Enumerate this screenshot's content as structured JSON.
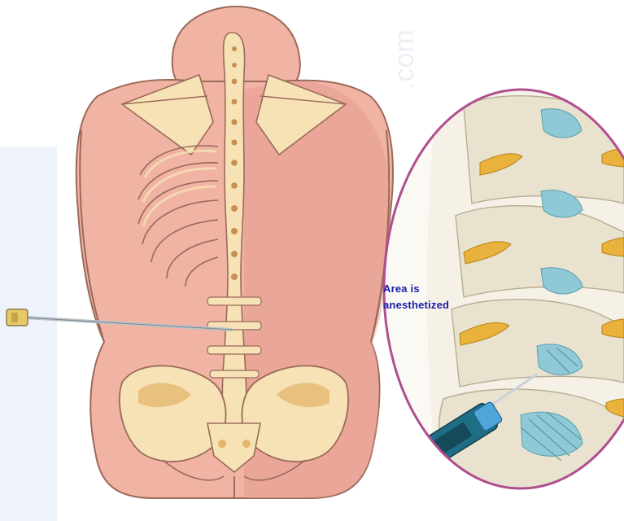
{
  "annotation": {
    "line1": "Area is",
    "line2": "anesthetized"
  },
  "colors": {
    "skin": "#f1b3a4",
    "skin_shadow": "#e39a8b",
    "outline": "#9a6a5a",
    "bone": "#f6e2b4",
    "bone_dark": "#e3b56d",
    "inset_ring": "#b04f8f",
    "vertebra": "#e9e2cf",
    "nerve": "#e8b23c",
    "disc": "#8fc9d6",
    "label_text": "#1a1aa8"
  },
  "icons": [
    "spine-illustration",
    "needle-icon",
    "syringe-icon"
  ]
}
